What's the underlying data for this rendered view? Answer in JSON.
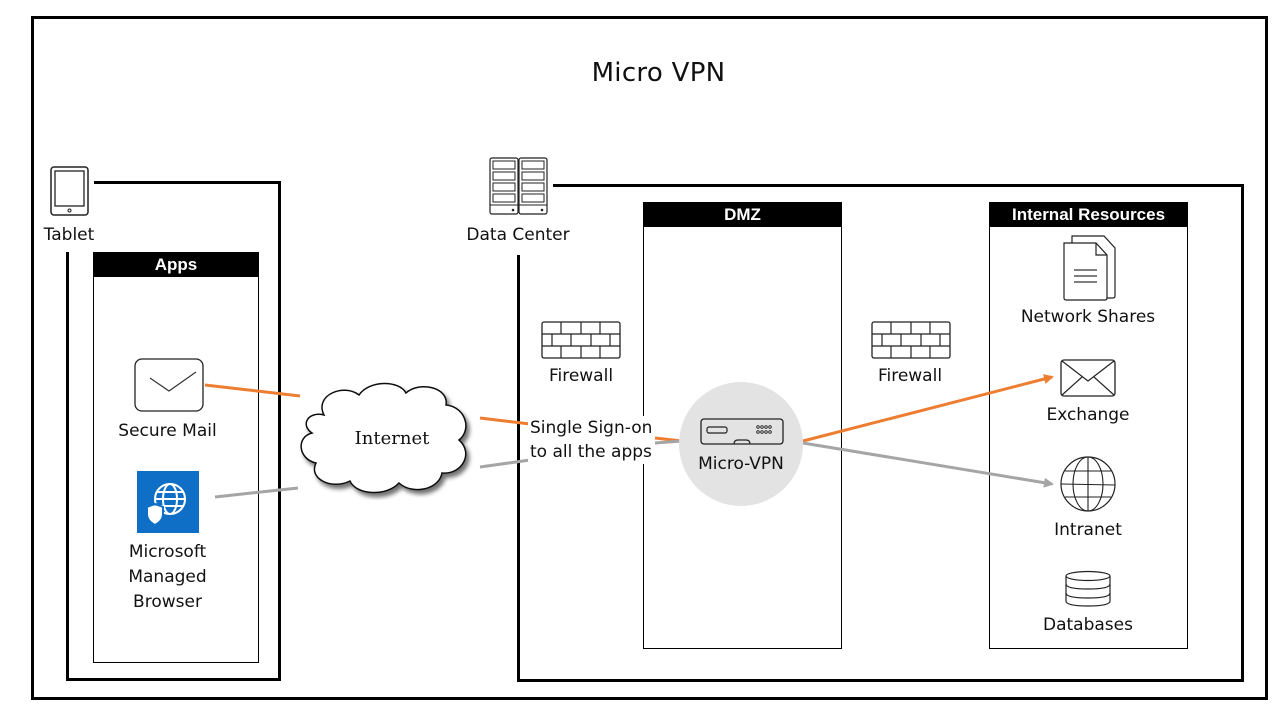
{
  "title": "Micro VPN",
  "tablet": {
    "label": "Tablet",
    "icon": "tablet-icon",
    "apps_panel": {
      "header": "Apps",
      "items": [
        {
          "label": "Secure Mail",
          "icon": "envelope-icon"
        },
        {
          "label_lines": [
            "Microsoft",
            "Managed",
            "Browser"
          ],
          "icon": "managed-browser-icon"
        }
      ]
    }
  },
  "internet": {
    "label": "Internet",
    "icon": "cloud-icon"
  },
  "data_center": {
    "label": "Data Center",
    "icon": "server-rack-icon",
    "firewall_left": {
      "label": "Firewall",
      "icon": "firewall-icon"
    },
    "sso_label_lines": [
      "Single Sign-on",
      "to all the apps"
    ],
    "dmz": {
      "header": "DMZ",
      "micro_vpn": {
        "label": "Micro-VPN",
        "icon": "appliance-icon"
      }
    },
    "firewall_right": {
      "label": "Firewall",
      "icon": "firewall-icon"
    },
    "internal_resources": {
      "header": "Internal Resources",
      "items": [
        {
          "label": "Network Shares",
          "icon": "documents-icon"
        },
        {
          "label": "Exchange",
          "icon": "envelope-icon"
        },
        {
          "label": "Intranet",
          "icon": "globe-icon"
        },
        {
          "label": "Databases",
          "icon": "database-icon"
        }
      ]
    }
  },
  "connections": {
    "orange_color": "#ED7D31",
    "gray_color": "#A5A5A5",
    "paths": [
      {
        "from": "Secure Mail",
        "to": "Exchange",
        "color": "orange"
      },
      {
        "from": "Microsoft Managed Browser",
        "to": "Intranet",
        "color": "gray"
      }
    ]
  }
}
